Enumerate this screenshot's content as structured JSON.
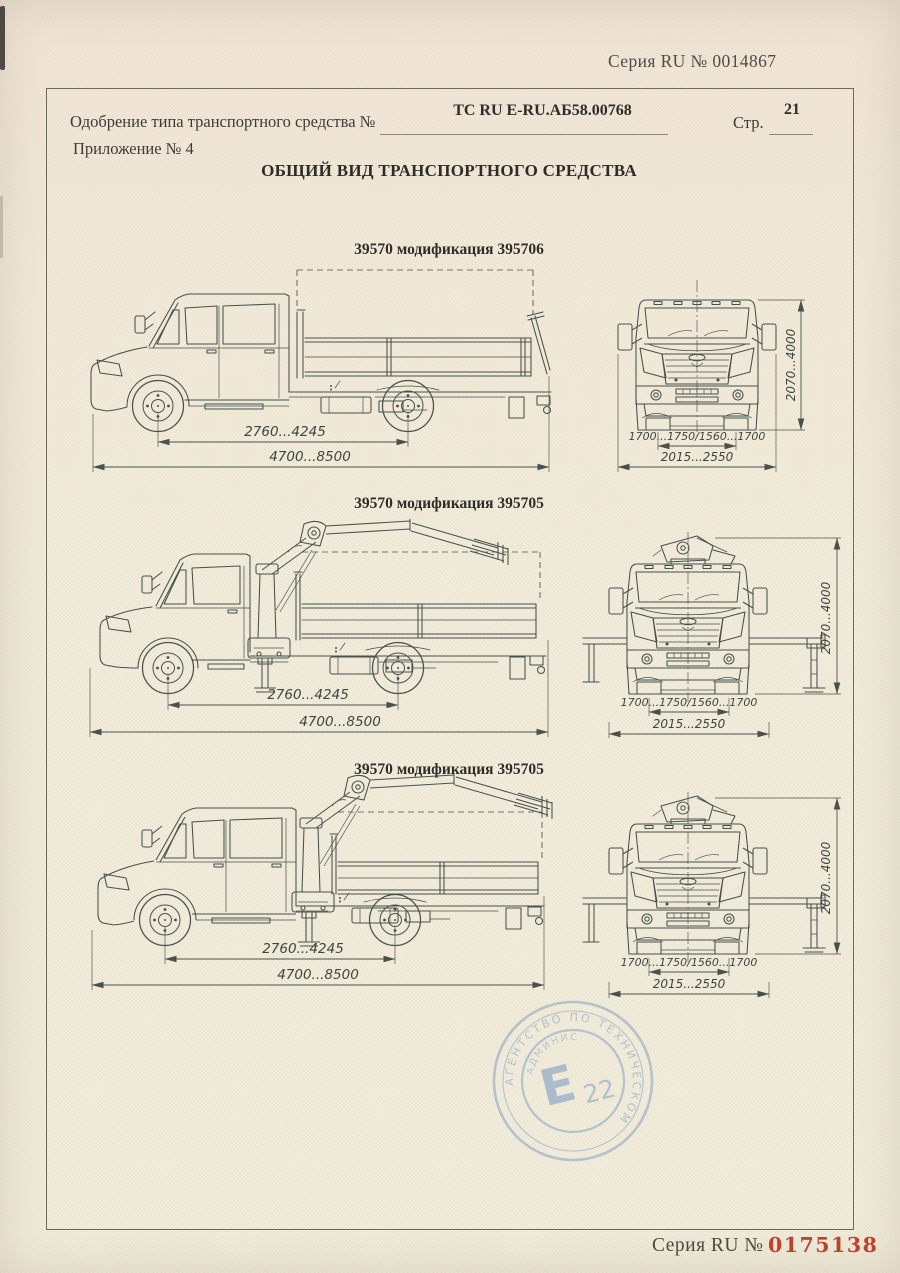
{
  "document": {
    "series_top": "Серия RU № 0014867",
    "approval_label": "Одобрение типа транспортного средства №",
    "approval_number": "ТС RU E-RU.АБ58.00768",
    "page_label": "Стр.",
    "page_number": "21",
    "annex_label": "Приложение № 4",
    "main_title": "ОБЩИЙ ВИД ТРАНСПОРТНОГО СРЕДСТВА",
    "series_bottom_label": "Серия RU №",
    "series_bottom_number": "0175138"
  },
  "sections": [
    {
      "title": "39570 модификация 395706"
    },
    {
      "title": "39570 модификация 395705"
    },
    {
      "title": "39570 модификация 395705"
    }
  ],
  "dimensions": {
    "wheelbase": "2760...4245",
    "length": "4700...8500",
    "height": "2070...4000",
    "track": "1700...1750/1560...1700",
    "width": "2015...2550"
  },
  "stamp": {
    "mark_letter": "Е",
    "mark_number": "22",
    "ring_text_outer": "АГЕНТСТВО ПО ТЕХНИЧЕСКОМ",
    "ring_text_inner": "АДМИНИС"
  },
  "colors": {
    "paper": "#f1ecdb",
    "ink": "#3c3a34",
    "drawing_line": "#47504a",
    "stamp_blue": "#87a3c2",
    "serial_red": "#c2412d"
  }
}
